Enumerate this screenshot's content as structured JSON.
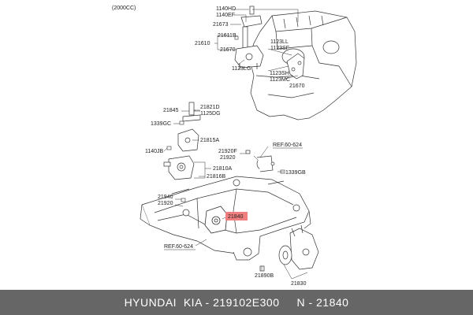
{
  "header": {
    "engine": "(2000CC)"
  },
  "callouts": {
    "c1140HD": "1140HD",
    "c1140EF": "1140EF",
    "c21673": "21673",
    "c21611B": "21611B",
    "c21610": "21610",
    "c21670a": "21670",
    "c1123LG": "1123LG",
    "c1123LL": "1123LL",
    "c1123SF": "1123SF",
    "c1123SH": "1123SH",
    "c1123MC": "1123MC",
    "c21670b": "21670",
    "c21845": "21845",
    "c21821D": "21821D",
    "c1125DG": "1125DG",
    "c1339GC": "1339GC",
    "c21815A": "21815A",
    "c1140JB": "1140JB",
    "c21810A": "21810A",
    "c21816B": "21816B",
    "c21920F": "21920F",
    "c21920a": "21920",
    "cRef1": "REF.60-624",
    "c1339GB": "1339GB",
    "c21940": "21940",
    "c21920b": "21920",
    "c21840": "21840",
    "cRef2": "REF.60-624",
    "c21890B": "21890B",
    "c21830": "21830"
  },
  "highlight_color": "#f08080",
  "footer": {
    "text": "HYUNDAI  KIA - 219102E300     N - 21840"
  }
}
